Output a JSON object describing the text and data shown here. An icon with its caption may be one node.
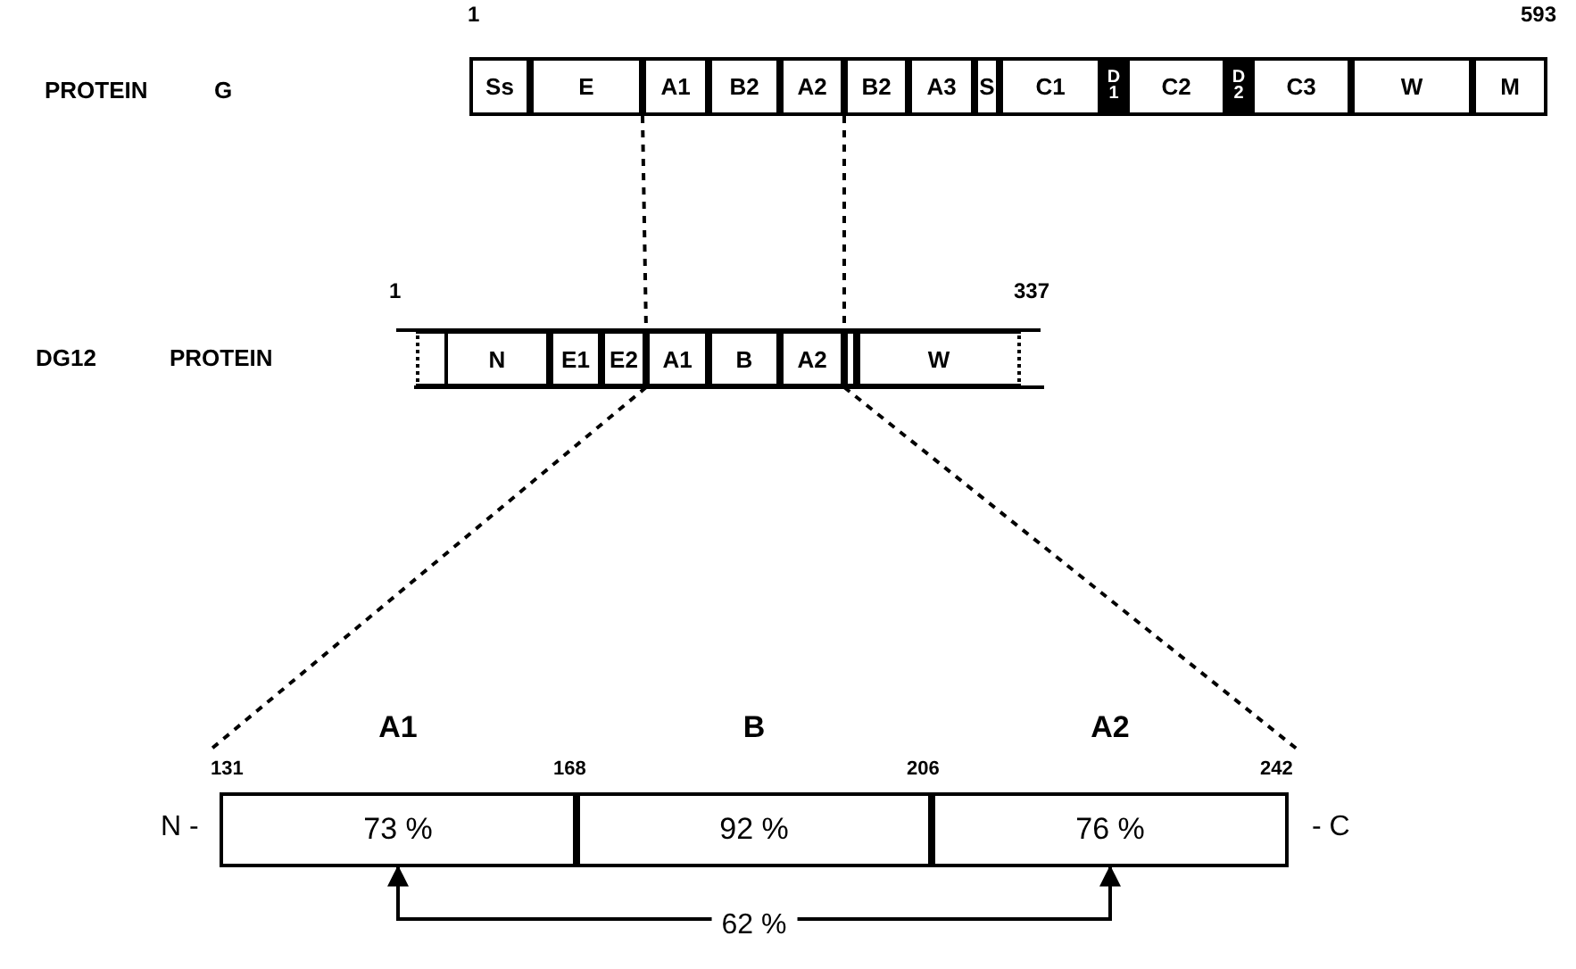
{
  "diagram": {
    "nodes": [
      {
        "text": [
          "Ss"
        ]
      },
      {
        "text": [
          "E"
        ]
      },
      {
        "text": [
          "A1"
        ]
      },
      {
        "text": [
          "B2"
        ]
      },
      {
        "text": [
          "A2"
        ]
      },
      {
        "text": [
          "B2"
        ]
      },
      {
        "text": [
          "A3"
        ]
      },
      {
        "text": [
          "S"
        ]
      },
      {
        "text": [
          "C1"
        ]
      },
      {
        "text": [
          "D1"
        ]
      },
      {
        "text": [
          "C2"
        ]
      },
      {
        "text": [
          "D2"
        ]
      },
      {
        "text": [
          "C3"
        ]
      },
      {
        "text": [
          "W"
        ]
      },
      {
        "text": [
          "M"
        ]
      },
      {
        "text": [],
        "shape": "box"
      },
      {
        "text": [
          "N"
        ]
      },
      {
        "text": [
          "E1"
        ]
      },
      {
        "text": [
          "E2"
        ]
      },
      {
        "text": [
          "A1"
        ]
      },
      {
        "text": [
          "B"
        ]
      },
      {
        "text": [
          "A2"
        ]
      },
      {
        "text": [],
        "shape": "box"
      },
      {
        "text": [
          "W"
        ]
      },
      {
        "text": [
          "A1",
          "73 %"
        ]
      },
      {
        "text": [
          "B",
          "92 %"
        ]
      },
      {
        "text": [
          "A2",
          "76 %"
        ]
      }
    ],
    "edges": [
      {
        "from": 2,
        "to": 19,
        "arrow": "none",
        "style": "dashed"
      },
      {
        "from": 4,
        "to": 21,
        "arrow": "none",
        "style": "dashed"
      },
      {
        "from": 19,
        "to": 24,
        "arrow": "none",
        "style": "dashed"
      },
      {
        "from": 21,
        "to": 26,
        "arrow": "none",
        "style": "dashed"
      },
      {
        "from": 24,
        "to": 26,
        "arrow": "both",
        "label": "62 %"
      }
    ],
    "labels": [
      "1",
      "593",
      "PROTEIN",
      "G",
      "1",
      "337",
      "DG12",
      "PROTEIN",
      "131",
      "168",
      "206",
      "242",
      "N -",
      "- C"
    ]
  }
}
